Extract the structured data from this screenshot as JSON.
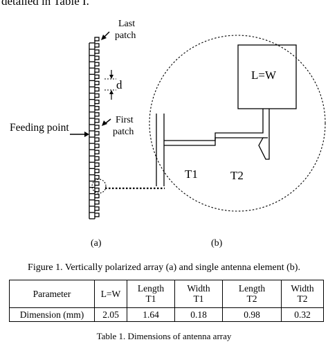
{
  "intro_text": "detailed in Table I.",
  "figure": {
    "labels": {
      "last_patch_1": "Last",
      "last_patch_2": "patch",
      "d": "d",
      "first_patch_1": "First",
      "first_patch_2": "patch",
      "feeding_point": "Feeding point",
      "element": "L=W",
      "t1": "T1",
      "t2": "T2",
      "sub_a": "(a)",
      "sub_b": "(b)"
    }
  },
  "figure_caption": "Figure 1. Vertically polarized array (a) and single antenna element (b).",
  "table": {
    "header": [
      "Parameter",
      "L=W",
      "Length T1",
      "Width T1",
      "Length T2",
      "Width T2"
    ],
    "header_lines": [
      [
        "Parameter"
      ],
      [
        "L=W"
      ],
      [
        "Length",
        "T1"
      ],
      [
        "Width",
        "T1"
      ],
      [
        "Length",
        "T2"
      ],
      [
        "Width",
        "T2"
      ]
    ],
    "row": [
      "Dimension (mm)",
      "2.05",
      "1.64",
      "0.18",
      "0.98",
      "0.32"
    ]
  },
  "table_caption": "Table 1. Dimensions of antenna array"
}
